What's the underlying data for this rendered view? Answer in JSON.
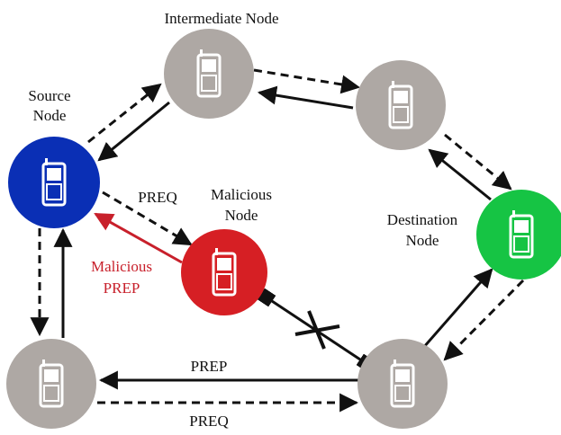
{
  "labels": {
    "intermediate_node": "Intermediate Node",
    "source_line1": "Source",
    "source_line2": "Node",
    "malicious_line1": "Malicious",
    "malicious_line2": "Node",
    "destination_line1": "Destination",
    "destination_line2": "Node",
    "preq_upper": "PREQ",
    "malicious_prep_line1": "Malicious",
    "malicious_prep_line2": "PREP",
    "prep_bottom": "PREP",
    "preq_bottom": "PREQ"
  },
  "colors": {
    "source": "#0a2fb5",
    "malicious": "#d61f24",
    "destination": "#16c444",
    "gray_node": "#aea8a4",
    "malicious_arrow": "#c8202b",
    "arrow": "#111111"
  },
  "nodes": [
    {
      "id": "intermediate-node",
      "kind": "gray"
    },
    {
      "id": "upper-right-node",
      "kind": "gray"
    },
    {
      "id": "source-node",
      "kind": "source"
    },
    {
      "id": "malicious-node",
      "kind": "malicious"
    },
    {
      "id": "destination-node",
      "kind": "destination"
    },
    {
      "id": "bottom-left-node",
      "kind": "gray"
    },
    {
      "id": "bottom-right-node",
      "kind": "gray"
    }
  ],
  "icon": "mobile-phone-icon",
  "broken_link_marker": "x-mark"
}
